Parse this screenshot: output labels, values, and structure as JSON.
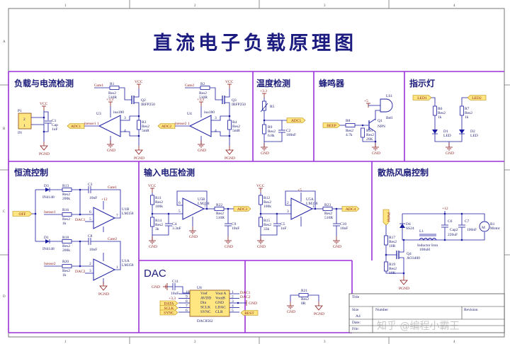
{
  "title": "直流电子负载原理图",
  "ruler": {
    "cols": [
      "1",
      "2",
      "3",
      "4"
    ],
    "rows": [
      "A",
      "B",
      "C",
      "D"
    ]
  },
  "colors": {
    "border": "#9b30d9",
    "wire": "#1a1aa0",
    "text": "#1c1c7a",
    "net_label_fill": "#ffe680",
    "power": "#8b1a1a"
  },
  "load_current": {
    "title": "负载与电流检测",
    "p1": {
      "ref": "P1",
      "pin2": "2",
      "pin1": "1",
      "name": "IN"
    },
    "c1": [
      "C1",
      "Cap",
      "1uF"
    ],
    "vcc": "VCC",
    "pgnd": "PGND",
    "gnd": "GND",
    "p33": "+3.3",
    "u3": {
      "ref": "U3",
      "part": "ina180",
      "adc": "ADC1",
      "sense": "Isense1 1",
      "pin_plus": "3",
      "pin_minus": "4"
    },
    "r1": [
      "R1",
      "Res2",
      "510R"
    ],
    "gate1": "Gate1",
    "q2": [
      "Q2",
      "IRFP250"
    ],
    "r3": [
      "R3",
      "Res2",
      "5mR"
    ],
    "u4": {
      "ref": "U4",
      "part": "ina180",
      "adc": "ADC2",
      "sense": "Isense2 1",
      "pin_plus": "3",
      "pin_minus": "4"
    },
    "r2": [
      "R2",
      "Res2",
      "510R"
    ],
    "gate2": "Gate2",
    "q3": [
      "Q3",
      "IRFP250"
    ],
    "r4": [
      "R4",
      "Res2",
      "5mR"
    ]
  },
  "temperature": {
    "title": "温度检测",
    "p33": "+3.3",
    "r5": "R5",
    "r9": [
      "R9",
      "Res2",
      "6.8k"
    ],
    "c2": [
      "C2",
      "100nF"
    ],
    "adc": "ADC5",
    "gnd": "GND"
  },
  "buzzer": {
    "title": "蜂鸣器",
    "p5": "+5",
    "ls1": [
      "LS1",
      "Bell"
    ],
    "beep": "BEEP",
    "r8": [
      "R8",
      "Res2",
      "4.7k"
    ],
    "r10": [
      "R10",
      "Res2",
      "20K"
    ],
    "q1": [
      "Q1",
      "NPN"
    ],
    "gnd": "GND"
  },
  "indicator": {
    "title": "指示灯",
    "led1": "LED1",
    "led2": "LED2",
    "r6": [
      "R6",
      "Res2",
      "1k"
    ],
    "r7": [
      "R7",
      "Res2",
      "1k"
    ],
    "d1": [
      "D1",
      "LED"
    ],
    "d2": [
      "D2",
      "LED"
    ],
    "gnd": "GND"
  },
  "constant_current": {
    "title": "恒流控制",
    "off": "OFF",
    "d3": [
      "D3",
      "IN4148"
    ],
    "r13": [
      "R13",
      "Res2",
      "200k"
    ],
    "c3": [
      "C3",
      "10nF"
    ],
    "gate1": "Gate1",
    "p12": "+12",
    "u1b": [
      "U1B",
      "LM358"
    ],
    "isense1": "Isense1",
    "r16": [
      "R16",
      "Res2",
      "1k"
    ],
    "dac1": "DAC1",
    "u1b_pins": [
      "6",
      "5",
      "7"
    ],
    "d1": [
      "D1",
      "IN4148"
    ],
    "r18": [
      "R18",
      "Res2",
      "200k"
    ],
    "c8": [
      "C8",
      "10nF"
    ],
    "gate2": "Gate2",
    "u1a": [
      "U1A",
      "LM358"
    ],
    "isense2": "Isense2",
    "r20": [
      "R20",
      "Res2",
      "1k"
    ],
    "dac2": "DAC2",
    "u1a_pins": [
      "2",
      "3",
      "1"
    ],
    "pgnd": "PGND"
  },
  "input_voltage": {
    "title": "输入电压检测",
    "vcc": "VCC",
    "gnd": "GND",
    "r11": [
      "R11",
      "Res2",
      "100k"
    ],
    "r14": [
      "R14",
      "Res2",
      "3k"
    ],
    "c4": [
      "C4",
      "3.3nF"
    ],
    "u5b": [
      "U5B",
      "LM358"
    ],
    "u5b_pins": [
      "6",
      "5",
      "7"
    ],
    "r22": [
      "R22",
      "Res2",
      "510R"
    ],
    "adc3": "ADC3",
    "c9": [
      "C9",
      "10nF"
    ],
    "r12": [
      "R12",
      "Res2",
      "100k"
    ],
    "r15": [
      "R15",
      "Res2",
      "33k"
    ],
    "c5": [
      "C5",
      "1nF"
    ],
    "p5": "+5",
    "u5a": [
      "U5A",
      "LM358"
    ],
    "u5a_pins": [
      "2",
      "3",
      "1"
    ],
    "r23": [
      "R23",
      "Res2",
      "510R"
    ],
    "adc4": "ADC4",
    "c10": [
      "C10",
      "10nF"
    ]
  },
  "fan": {
    "title": "散热风扇控制",
    "pwm": "PWM",
    "p12": "+12",
    "d4": [
      "D4",
      "SS24"
    ],
    "l1": [
      "L1",
      "Inductor Iron",
      "100uH"
    ],
    "c6": [
      "C6",
      "Cap2",
      "220uF"
    ],
    "c7": [
      "C7",
      "100nF"
    ],
    "b1": [
      "B1",
      "Motor"
    ],
    "motor_glyph": "M",
    "r17": [
      "R17",
      "Res2",
      "10R"
    ],
    "q4": [
      "Q4",
      "AO3400"
    ],
    "r19": [
      "R19",
      "Res2",
      "10K"
    ],
    "pgnd": "PGND"
  },
  "dac": {
    "title": "DAC",
    "gnd": "GND",
    "c11": [
      "C11",
      "10uF"
    ],
    "p33": "+3.3",
    "u8": {
      "ref": "U8",
      "part": "DAC8562",
      "left_pins": [
        "Vref",
        "AVDD",
        "Din",
        "SCLK",
        "SYNC"
      ],
      "left_nums": [
        "10",
        "9",
        "8",
        "7",
        "6"
      ],
      "right_pins": [
        "Vout A",
        "VoutB",
        "GND",
        "LDAC",
        "CLR"
      ],
      "right_nums": [
        "1",
        "2",
        "3",
        "4",
        "5"
      ]
    },
    "inputs": [
      "DATA",
      "SCLK",
      "SYNC"
    ],
    "dac1": "DAC1",
    "dac2": "DAC2",
    "gnd_right": "GND",
    "rest": "REST"
  },
  "ground_link": {
    "r21": [
      "R21",
      "Res2",
      "0R"
    ],
    "gnd": "GND",
    "pgnd": "PGND"
  },
  "title_block": {
    "title": "Title",
    "size": "Size",
    "size_value": "A4",
    "number": "Number",
    "revision": "Revision",
    "date": "Date:",
    "file": "File:"
  },
  "watermark": "知乎 @编程小霸王"
}
